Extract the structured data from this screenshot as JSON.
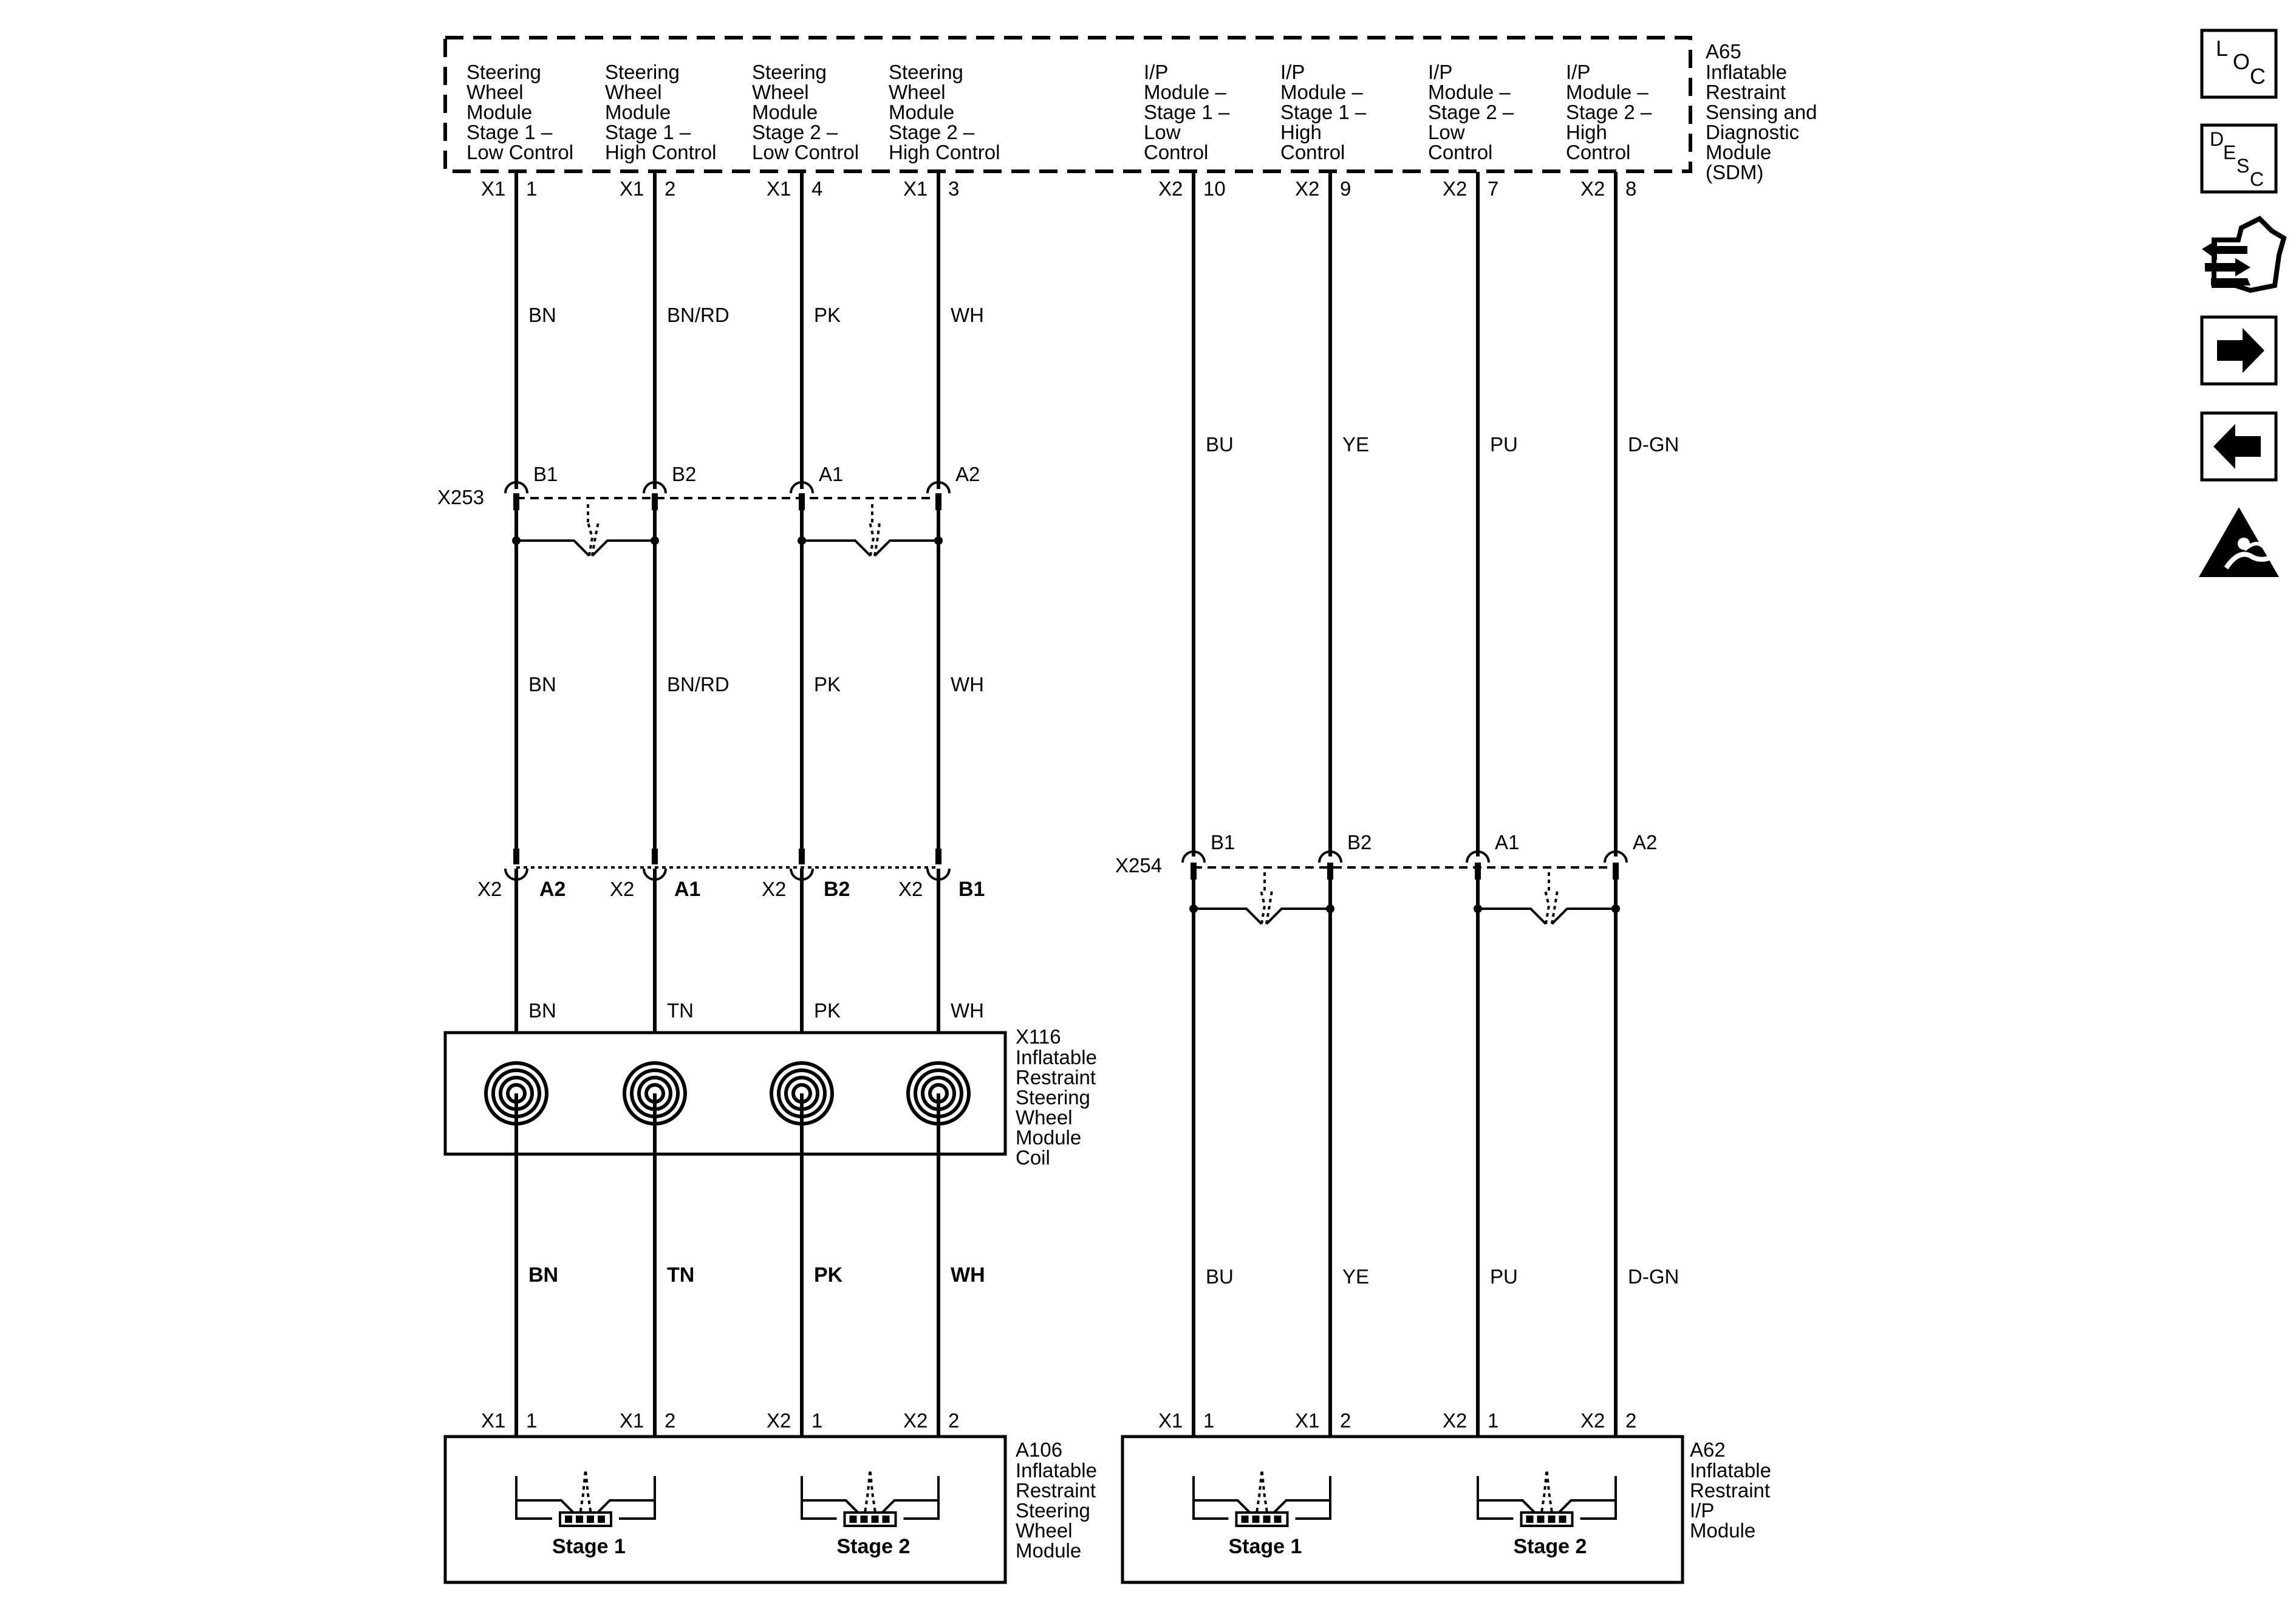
{
  "sdm": {
    "ref": "A65",
    "name_lines": [
      "Inflatable",
      "Restraint",
      "Sensing and",
      "Diagnostic",
      "Module",
      "(SDM)"
    ],
    "circuits": [
      {
        "lines": [
          "Steering",
          "Wheel",
          "Module",
          "Stage 1 –",
          "Low Control"
        ],
        "conn": "X1",
        "pin": "1"
      },
      {
        "lines": [
          "Steering",
          "Wheel",
          "Module",
          "Stage 1 –",
          "High Control"
        ],
        "conn": "X1",
        "pin": "2"
      },
      {
        "lines": [
          "Steering",
          "Wheel",
          "Module",
          "Stage 2 –",
          "Low Control"
        ],
        "conn": "X1",
        "pin": "4"
      },
      {
        "lines": [
          "Steering",
          "Wheel",
          "Module",
          "Stage 2 –",
          "High Control"
        ],
        "conn": "X1",
        "pin": "3"
      },
      {
        "lines": [
          "I/P",
          "Module –",
          "Stage 1 –",
          "Low",
          "Control"
        ],
        "conn": "X2",
        "pin": "10"
      },
      {
        "lines": [
          "I/P",
          "Module –",
          "Stage 1 –",
          "High",
          "Control"
        ],
        "conn": "X2",
        "pin": "9"
      },
      {
        "lines": [
          "I/P",
          "Module –",
          "Stage 2 –",
          "Low",
          "Control"
        ],
        "conn": "X2",
        "pin": "7"
      },
      {
        "lines": [
          "I/P",
          "Module –",
          "Stage 2 –",
          "High",
          "Control"
        ],
        "conn": "X2",
        "pin": "8"
      }
    ]
  },
  "wire_colors": {
    "left_top": [
      "BN",
      "BN/RD",
      "PK",
      "WH"
    ],
    "left_mid": [
      "BN",
      "BN/RD",
      "PK",
      "WH"
    ],
    "left_lower": [
      "BN",
      "TN",
      "PK",
      "WH"
    ],
    "left_bottom": [
      "BN",
      "TN",
      "PK",
      "WH"
    ],
    "right_upper": [
      "BU",
      "YE",
      "PU",
      "D-GN"
    ],
    "right_lower": [
      "BU",
      "YE",
      "PU",
      "D-GN"
    ]
  },
  "x253": {
    "ref": "X253",
    "pins": [
      "B1",
      "B2",
      "A1",
      "A2"
    ]
  },
  "x116_conn": {
    "conn": "X2",
    "pins": [
      "A2",
      "A1",
      "B2",
      "B1"
    ]
  },
  "x254": {
    "ref": "X254",
    "pins": [
      "B1",
      "B2",
      "A1",
      "A2"
    ]
  },
  "x116": {
    "ref": "X116",
    "name_lines": [
      "Inflatable",
      "Restraint",
      "Steering",
      "Wheel",
      "Module",
      "Coil"
    ]
  },
  "a106": {
    "ref": "A106",
    "name_lines": [
      "Inflatable",
      "Restraint",
      "Steering",
      "Wheel",
      "Module"
    ],
    "pins": [
      {
        "conn": "X1",
        "pin": "1"
      },
      {
        "conn": "X1",
        "pin": "2"
      },
      {
        "conn": "X2",
        "pin": "1"
      },
      {
        "conn": "X2",
        "pin": "2"
      }
    ],
    "stages": [
      "Stage 1",
      "Stage 2"
    ]
  },
  "a62": {
    "ref": "A62",
    "name_lines": [
      "Inflatable",
      "Restraint",
      "I/P",
      "Module"
    ],
    "pins": [
      {
        "conn": "X1",
        "pin": "1"
      },
      {
        "conn": "X1",
        "pin": "2"
      },
      {
        "conn": "X2",
        "pin": "1"
      },
      {
        "conn": "X2",
        "pin": "2"
      }
    ],
    "stages": [
      "Stage 1",
      "Stage 2"
    ]
  },
  "nav": {
    "loc": [
      "L",
      "O",
      "C"
    ],
    "desc": [
      "D",
      "E",
      "S",
      "C"
    ],
    "icons": [
      "connector-view-icon",
      "next-arrow-icon",
      "previous-arrow-icon",
      "airbag-warning-icon"
    ]
  }
}
